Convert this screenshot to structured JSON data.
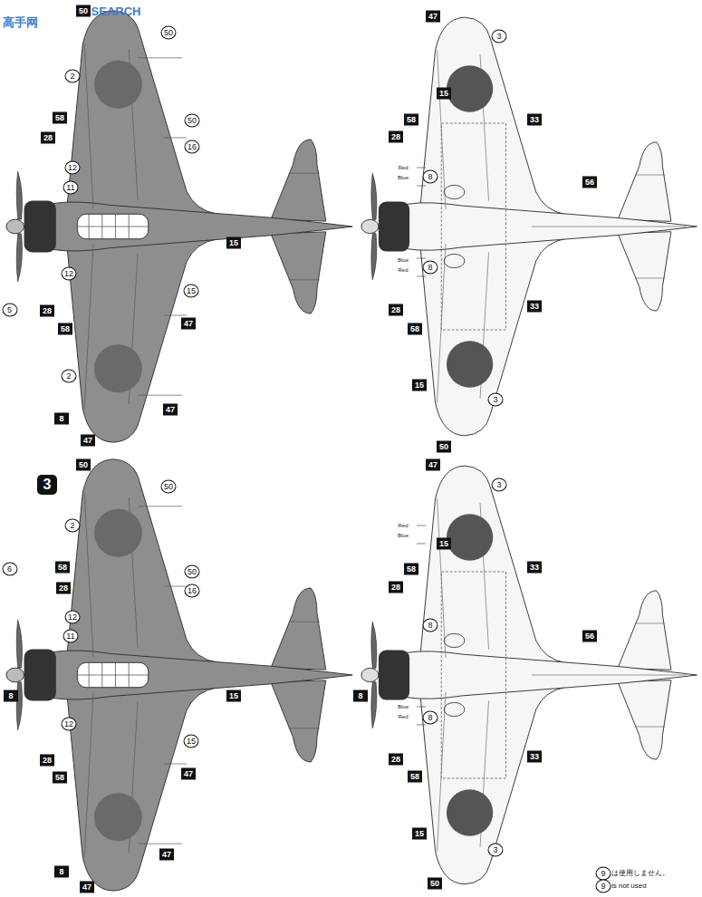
{
  "diagram": {
    "labels": [
      "SEARCH",
      "高手网",
      "50",
      "50",
      "2",
      "58",
      "50",
      "16",
      "28",
      "12",
      "11",
      "15",
      "12",
      "15",
      "28",
      "47",
      "58",
      "2",
      "47",
      "8",
      "47",
      "5",
      "47",
      "3",
      "15",
      "58",
      "33",
      "28",
      "Red",
      "Blue",
      "8",
      "56",
      "Blue",
      "Red",
      "8",
      "33",
      "28",
      "58",
      "15",
      "3",
      "50",
      "3",
      "50",
      "50",
      "2",
      "6",
      "58",
      "50",
      "16",
      "28",
      "12",
      "11",
      "8",
      "15",
      "12",
      "15",
      "28",
      "47",
      "58",
      "47",
      "8",
      "47",
      "47",
      "3",
      "15",
      "58",
      "33",
      "28",
      "Red",
      "Blue",
      "8",
      "56",
      "8",
      "Blue",
      "Red",
      "8",
      "33",
      "28",
      "58",
      "15",
      "3",
      "50",
      "9",
      "は使用しません。",
      "9",
      "is not used"
    ]
  }
}
